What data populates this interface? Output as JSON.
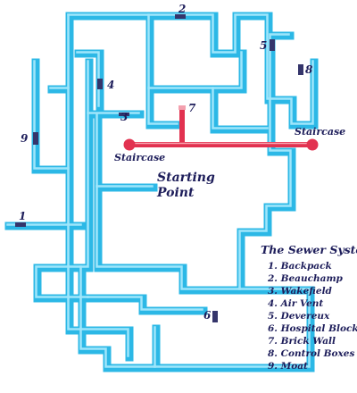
{
  "map": {
    "colors": {
      "pipe": "#2cb8e6",
      "pipe_highlight": "#9ee6fb",
      "red_route": "#e23250",
      "marker": "#35356b",
      "text": "#1d1d5a"
    },
    "points": [
      {
        "id": "1",
        "label": "1"
      },
      {
        "id": "2",
        "label": "2"
      },
      {
        "id": "3",
        "label": "3"
      },
      {
        "id": "4",
        "label": "4"
      },
      {
        "id": "5",
        "label": "5"
      },
      {
        "id": "6",
        "label": "6"
      },
      {
        "id": "7",
        "label": "7"
      },
      {
        "id": "8",
        "label": "8"
      },
      {
        "id": "9",
        "label": "9"
      }
    ],
    "staircase_left": "Staircase",
    "staircase_right": "Staircase",
    "starting_point": {
      "line1": "Starting",
      "line2": "Point"
    },
    "legend": {
      "title": "The Sewer System",
      "items": [
        "1. Backpack",
        "2. Beauchamp",
        "3. Wakefield",
        "4. Air Vent",
        "5. Devereux",
        "6. Hospital Block",
        "7. Brick Wall",
        "8. Control Boxes",
        "9. Moat"
      ]
    }
  }
}
